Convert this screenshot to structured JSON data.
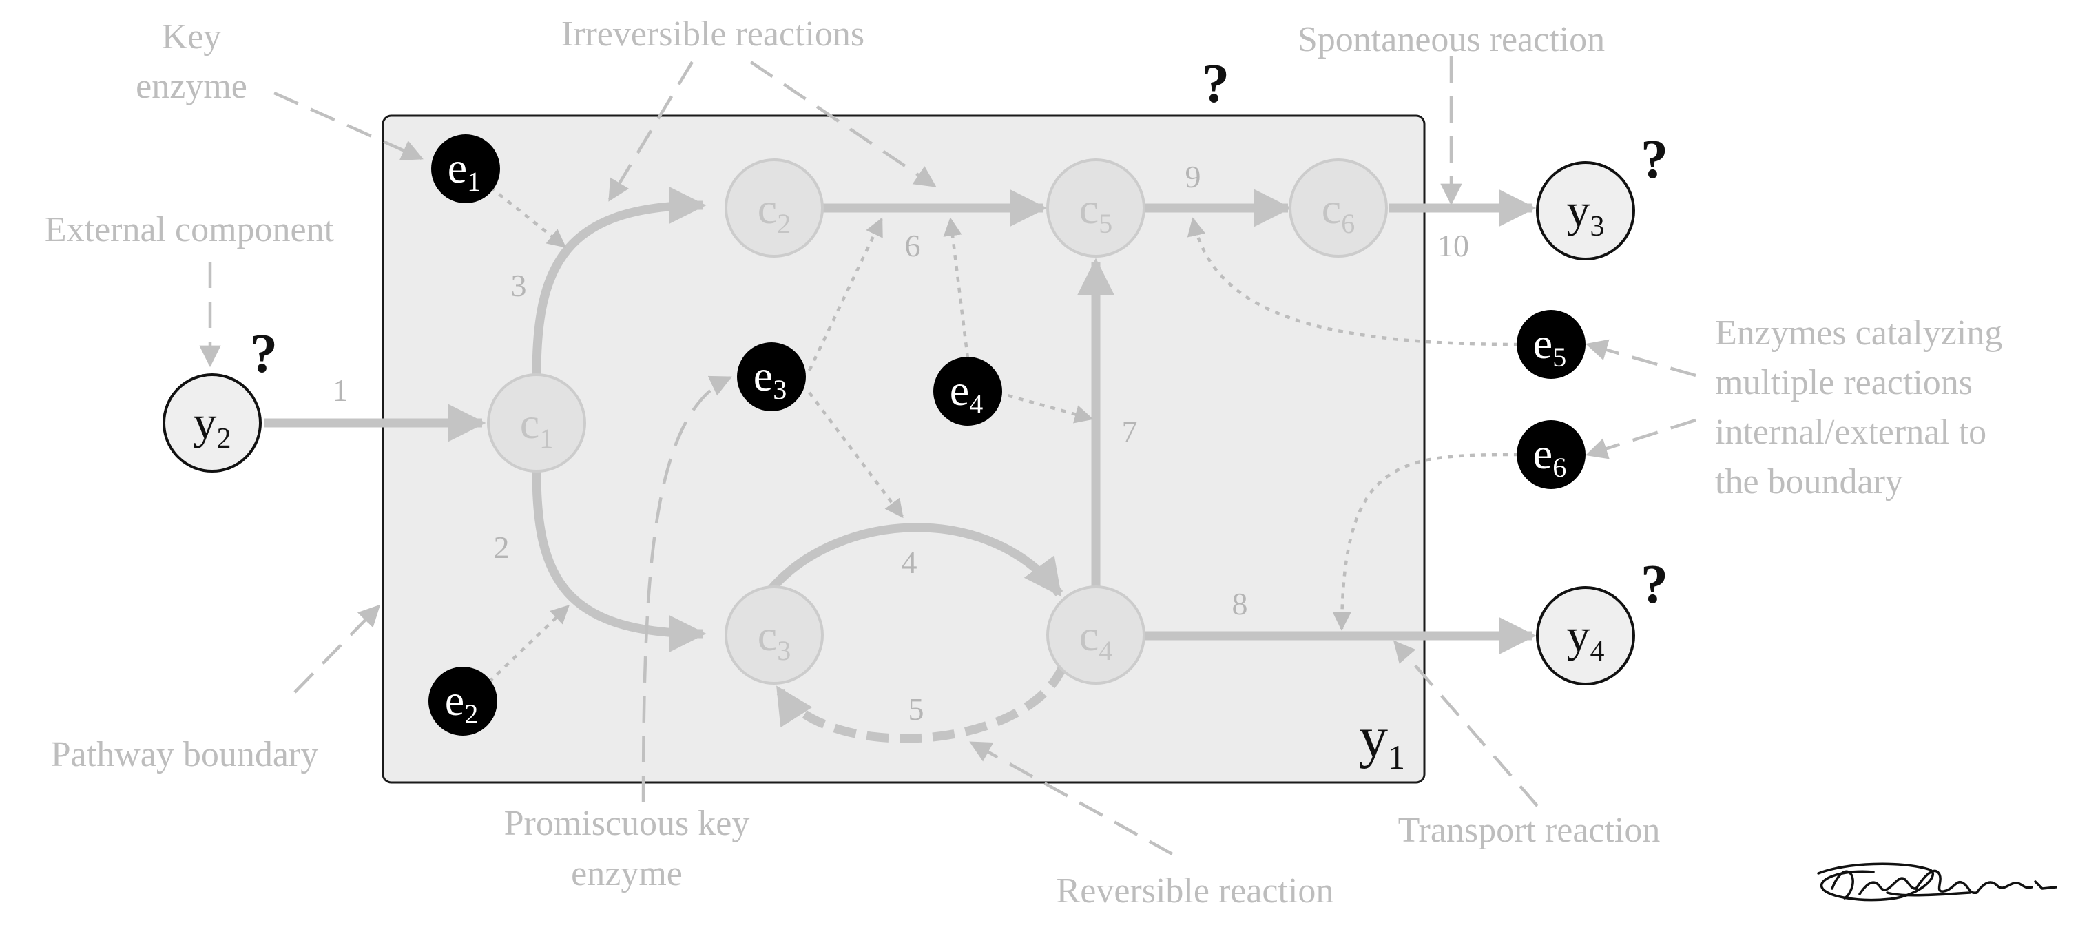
{
  "boundary": {
    "label": "y",
    "sub": "1"
  },
  "question_mark": "?",
  "compounds": [
    {
      "id": "c1",
      "label": "c",
      "sub": "1"
    },
    {
      "id": "c2",
      "label": "c",
      "sub": "2"
    },
    {
      "id": "c3",
      "label": "c",
      "sub": "3"
    },
    {
      "id": "c4",
      "label": "c",
      "sub": "4"
    },
    {
      "id": "c5",
      "label": "c",
      "sub": "5"
    },
    {
      "id": "c6",
      "label": "c",
      "sub": "6"
    }
  ],
  "enzymes": [
    {
      "id": "e1",
      "label": "e",
      "sub": "1"
    },
    {
      "id": "e2",
      "label": "e",
      "sub": "2"
    },
    {
      "id": "e3",
      "label": "e",
      "sub": "3"
    },
    {
      "id": "e4",
      "label": "e",
      "sub": "4"
    },
    {
      "id": "e5",
      "label": "e",
      "sub": "5"
    },
    {
      "id": "e6",
      "label": "e",
      "sub": "6"
    }
  ],
  "external": [
    {
      "id": "y2",
      "label": "y",
      "sub": "2"
    },
    {
      "id": "y3",
      "label": "y",
      "sub": "3"
    },
    {
      "id": "y4",
      "label": "y",
      "sub": "4"
    }
  ],
  "reactions": [
    "1",
    "2",
    "3",
    "4",
    "5",
    "6",
    "7",
    "8",
    "9",
    "10"
  ],
  "annotations": {
    "key_enzyme_1": "Key",
    "key_enzyme_2": "enzyme",
    "irreversible": "Irreversible reactions",
    "spontaneous": "Spontaneous reaction",
    "external_component": "External component",
    "enzymes_multi_1": "Enzymes catalyzing",
    "enzymes_multi_2": "multiple reactions",
    "enzymes_multi_3": "internal/external to",
    "enzymes_multi_4": "the boundary",
    "pathway_boundary": "Pathway boundary",
    "promiscuous_1": "Promiscuous key",
    "promiscuous_2": "enzyme",
    "reversible": "Reversible reaction",
    "transport": "Transport reaction"
  }
}
